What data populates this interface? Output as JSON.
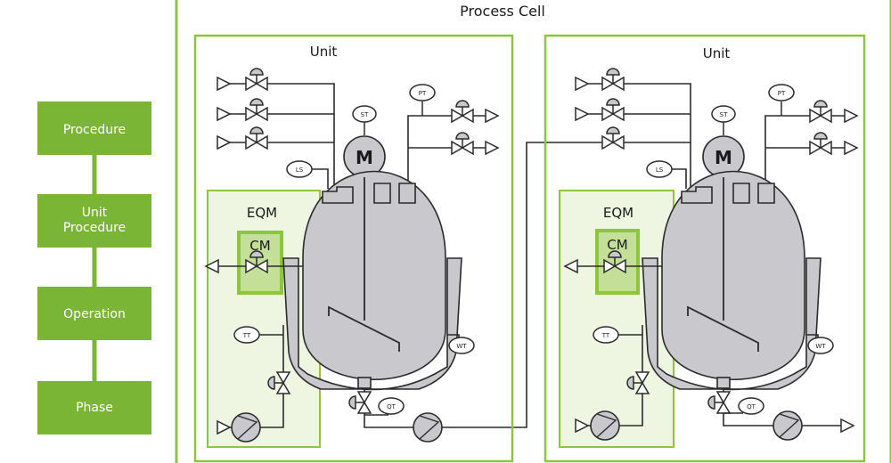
{
  "hierarchy": {
    "boxes": [
      "Procedure",
      "Unit Procedure",
      "Operation",
      "Phase"
    ],
    "unit_procedure_lines": [
      "Unit",
      "Procedure"
    ]
  },
  "process_cell": {
    "title": "Process Cell"
  },
  "units": [
    {
      "title": "Unit",
      "eqm": "EQM",
      "cm": "CM",
      "motor": "M",
      "tags": {
        "st": "ST",
        "pt": "PT",
        "ls": "LS",
        "tt": "TT",
        "wt": "WT",
        "qt": "QT"
      }
    },
    {
      "title": "Unit",
      "eqm": "EQM",
      "cm": "CM",
      "motor": "M",
      "tags": {
        "st": "ST",
        "pt": "PT",
        "ls": "LS",
        "tt": "TT",
        "wt": "WT",
        "qt": "QT"
      }
    }
  ],
  "colors": {
    "hierarchy_fill": "#7ab535",
    "border_green": "#8cc63f",
    "eqm_fill": "#eef6e1",
    "cm_fill": "#c4df98",
    "cm_border": "#8cc63f",
    "vessel_gray": "#c9c9cd",
    "line": "#2b2b2b"
  }
}
